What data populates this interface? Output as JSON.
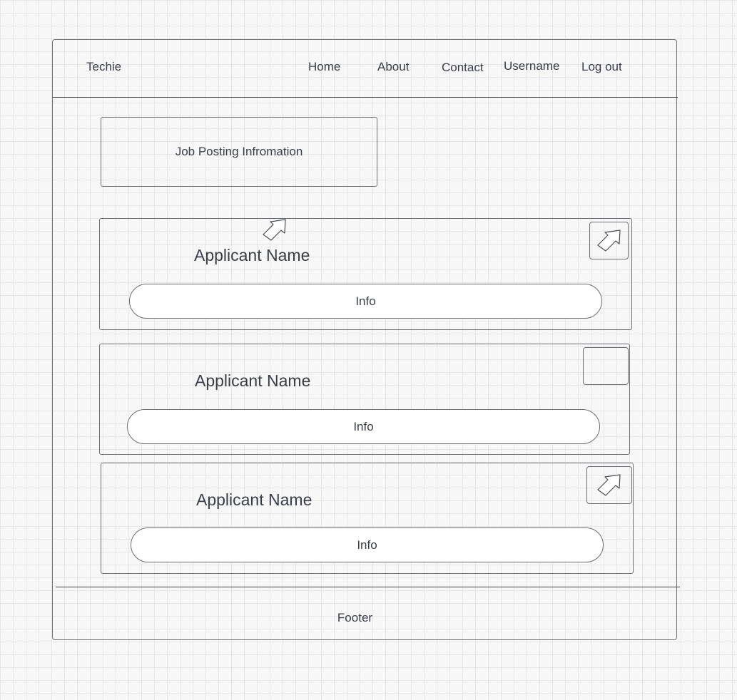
{
  "header": {
    "brand": "Techie",
    "nav": {
      "home": "Home",
      "about": "About",
      "contact": "Contact",
      "username": "Username",
      "logout": "Log out"
    }
  },
  "job_posting": {
    "label": "Job Posting Infromation"
  },
  "applicants": [
    {
      "name": "Applicant Name",
      "info_label": "Info",
      "icon": "arrow-up-right-icon"
    },
    {
      "name": "Applicant Name",
      "info_label": "Info",
      "icon": "empty-box"
    },
    {
      "name": "Applicant Name",
      "info_label": "Info",
      "icon": "arrow-up-right-icon"
    }
  ],
  "footer": {
    "label": "Footer"
  }
}
